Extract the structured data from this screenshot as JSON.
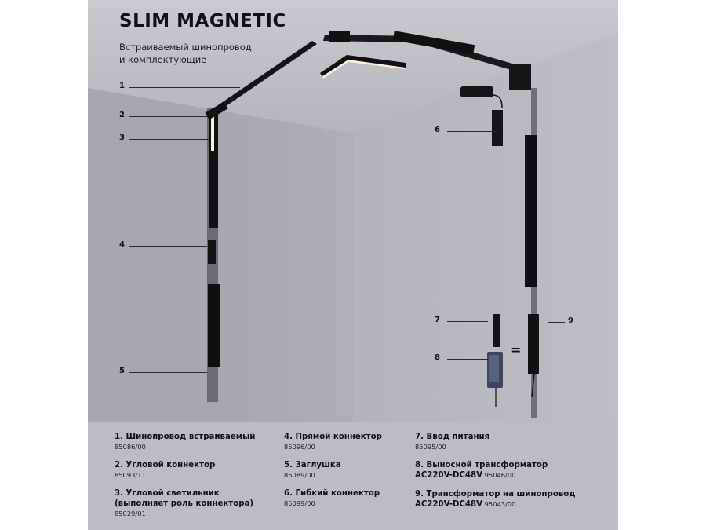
{
  "header": {
    "title": "SLIM MAGNETIC",
    "subtitle_line1": "Встраиваемый шинопровод",
    "subtitle_line2": "и комплектующие"
  },
  "callouts": [
    {
      "n": "1"
    },
    {
      "n": "2"
    },
    {
      "n": "3"
    },
    {
      "n": "4"
    },
    {
      "n": "5"
    },
    {
      "n": "6"
    },
    {
      "n": "7"
    },
    {
      "n": "8"
    },
    {
      "n": "9"
    }
  ],
  "equals_sign": "=",
  "legend": [
    {
      "name": "1. Шинопровод встраиваемый",
      "prefix": "",
      "code": "85086/00"
    },
    {
      "name": "2. Угловой коннектор",
      "prefix": "",
      "code": "85093/11"
    },
    {
      "name": "3. Угловой светильник",
      "name2": "(выполняет роль коннектора)",
      "prefix": "",
      "code": "85029/01"
    },
    {
      "name": "4. Прямой коннектор",
      "prefix": "",
      "code": "85096/00"
    },
    {
      "name": "5. Заглушка",
      "prefix": "",
      "code": "85089/00"
    },
    {
      "name": "6. Гибкий коннектор",
      "prefix": "",
      "code": "85099/00"
    },
    {
      "name": "7. Ввод питания",
      "prefix": "",
      "code": "85095/00"
    },
    {
      "name": "8. Выносной трансформатор",
      "prefix": "AC220V-DC48V",
      "code": "95046/00"
    },
    {
      "name": "9. Трансформатор на шинопровод",
      "prefix": "AC220V-DC48V",
      "code": "95043/00"
    }
  ],
  "colors": {
    "ceiling": "#c7c8cc",
    "left_wall": "#a9aaaf",
    "right_wall": "#b7b8bd",
    "track": "#151515",
    "light": "#fff3dc",
    "caption_bg": "#bcbdc2"
  }
}
